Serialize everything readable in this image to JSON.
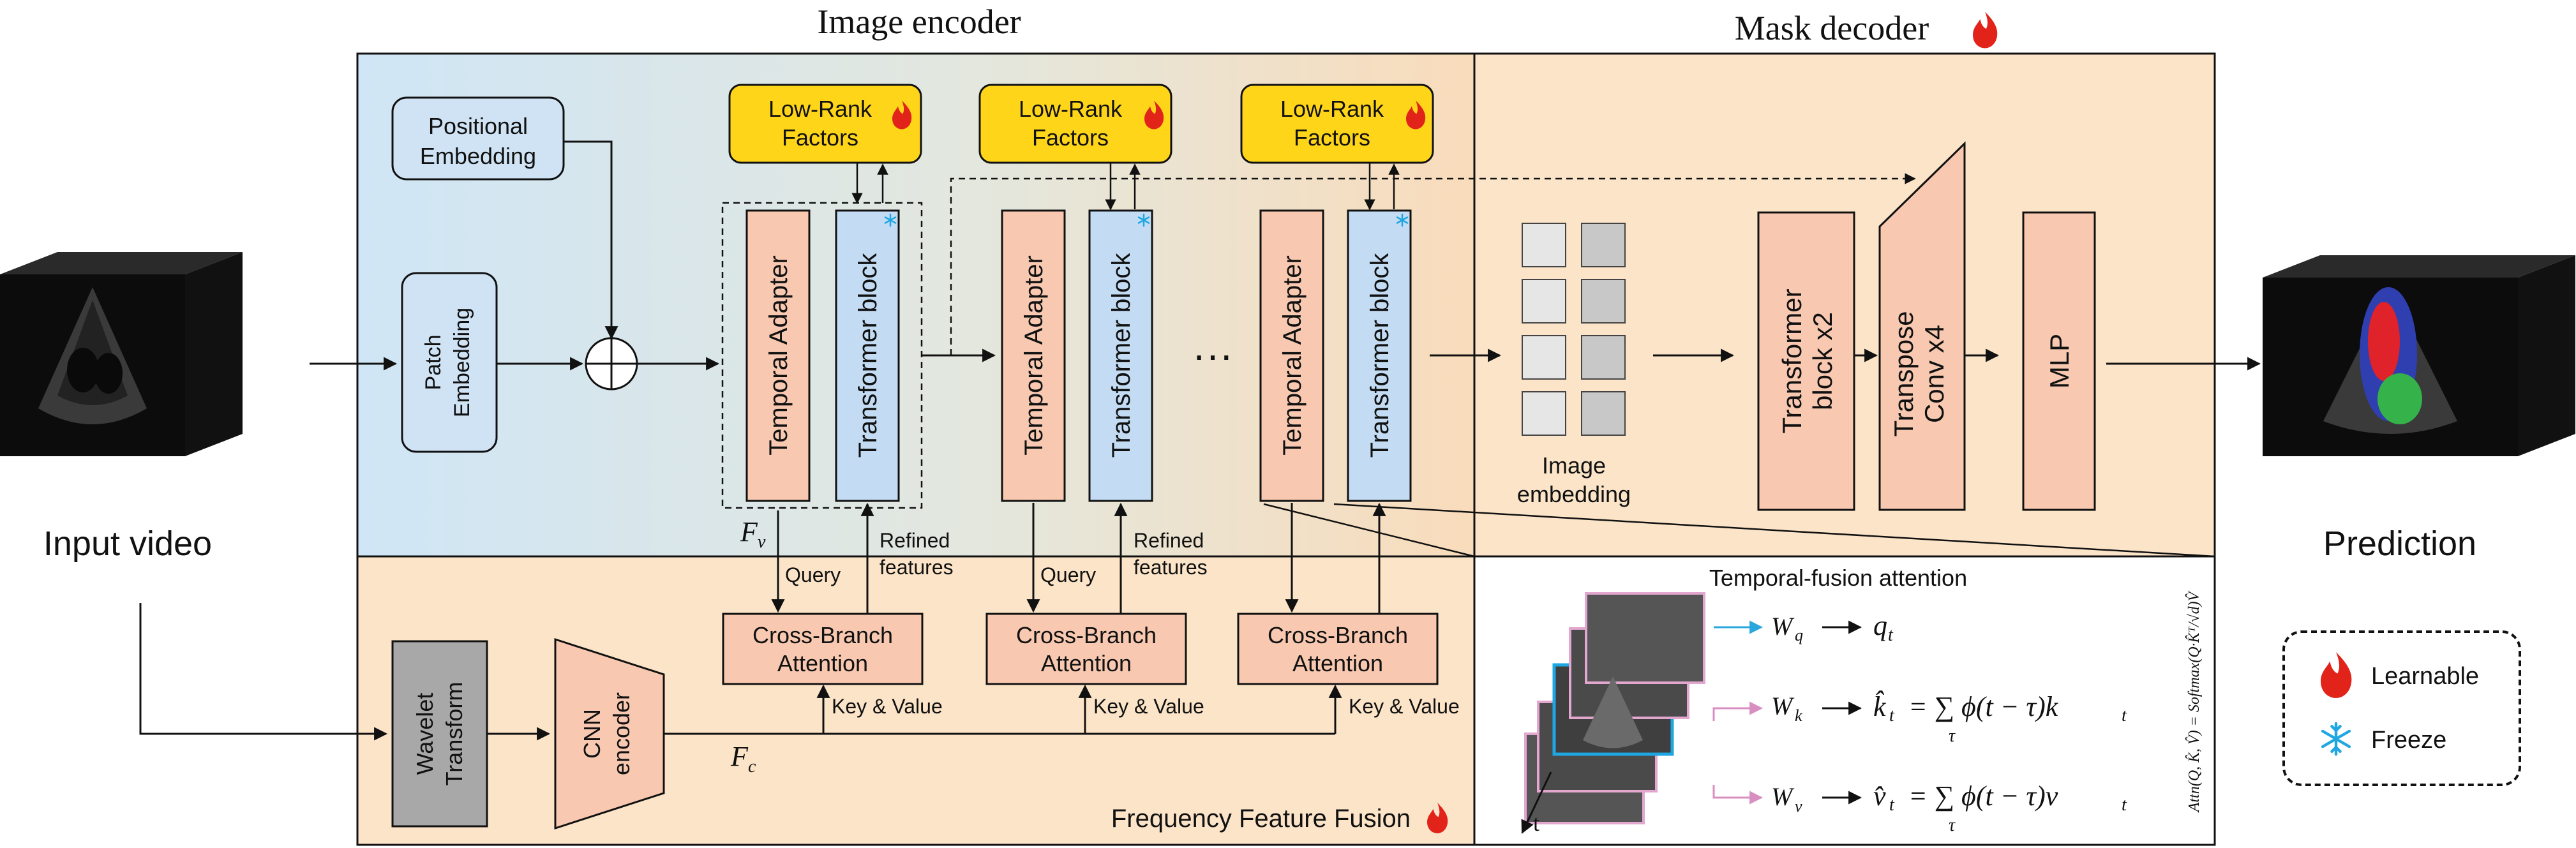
{
  "labels": {
    "image_encoder": "Image encoder",
    "mask_decoder": "Mask decoder",
    "input_video": "Input video",
    "prediction": "Prediction",
    "positional_embedding_l1": "Positional",
    "positional_embedding_l2": "Embedding",
    "patch_embedding_l1": "Patch",
    "patch_embedding_l2": "Embedding",
    "low_rank_l1": "Low-Rank",
    "low_rank_l2": "Factors",
    "temporal_adapter": "Temporal Adapter",
    "transformer_block": "Transformer block",
    "ellipsis": "···",
    "image_embedding_l1": "Image",
    "image_embedding_l2": "embedding",
    "transformer_x2_l1": "Transformer",
    "transformer_x2_l2": "block x2",
    "transpose_conv_l1": "Transpose",
    "transpose_conv_l2": "Conv x4",
    "mlp": "MLP",
    "fv": "F",
    "fv_sub": "v",
    "fc": "F",
    "fc_sub": "c",
    "query": "Query",
    "refined_l1": "Refined",
    "refined_l2": "features",
    "cross_l1": "Cross-Branch",
    "cross_l2": "Attention",
    "key_value": "Key & Value",
    "wavelet_l1": "Wavelet",
    "wavelet_l2": "Transform",
    "cnn_l1": "CNN",
    "cnn_l2": "encoder",
    "freq_fusion": "Frequency Feature Fusion",
    "temporal_fusion_title": "Temporal-fusion attention",
    "t_axis": "t",
    "legend_learnable": "Learnable",
    "legend_freeze": "Freeze"
  },
  "equations": {
    "wq": "W",
    "wq_sub": "q",
    "qt": "q",
    "qt_sub": "t",
    "wk": "W",
    "wk_sub": "k",
    "kt_lhs": "k̂",
    "kt_rhs": "= ∑ ϕ(t − τ)k",
    "wv": "W",
    "wv_sub": "v",
    "vt_lhs": "v̂",
    "vt_rhs": "= ∑ ϕ(t − τ)v",
    "sum_sub": "τ",
    "t_sub": "t",
    "attn_formula": "Attn(Q, K̂, V̂) = Softmax(Q·K̂ᵀ/√d)V̂"
  },
  "colors": {
    "encoder_bg_left": "#cfe6f6",
    "encoder_bg_right": "#f9dcbb",
    "decoder_bg": "#fbe4c8",
    "fusion_bg": "#fbe4c8",
    "low_rank_fill": "#ffd51a",
    "adapter_fill": "#f8c9b0",
    "transformer_fill": "#c3dcf3",
    "gray_block": "#a8a8a8",
    "fire": "#e2231a",
    "snow": "#1ea7e1",
    "query_arrow": "#2aa7dc",
    "key_value_arrow": "#d98ec2"
  },
  "icons": [
    "fire-icon",
    "snowflake-icon",
    "circle-plus-icon",
    "arrow-icon"
  ]
}
